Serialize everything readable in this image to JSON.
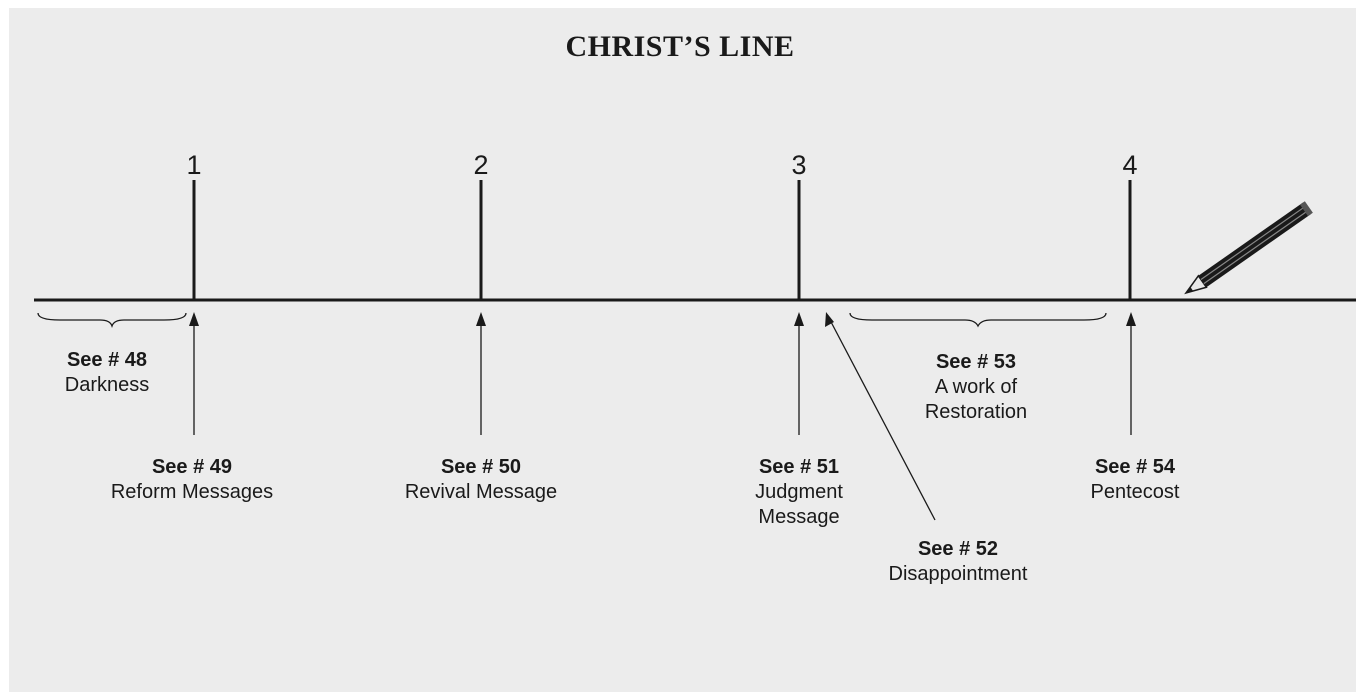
{
  "title": "CHRIST’S LINE",
  "waymarks": [
    {
      "number": "1",
      "ref": "See # 49",
      "desc": "Reform Messages"
    },
    {
      "number": "2",
      "ref": "See # 50",
      "desc": "Revival Message"
    },
    {
      "number": "3",
      "ref": "See # 51",
      "desc": "Judgment\nMessage"
    },
    {
      "number": "4",
      "ref": "See # 54",
      "desc": "Pentecost"
    }
  ],
  "periods": [
    {
      "ref": "See # 48",
      "desc": "Darkness"
    },
    {
      "ref": "See # 53",
      "desc": "A work of\nRestoration"
    }
  ],
  "extra": {
    "ref": "See # 52",
    "desc": "Disappointment"
  },
  "colors": {
    "background": "#ececec",
    "ink": "#1a1a1a"
  },
  "icons": [
    "pencil-icon"
  ]
}
